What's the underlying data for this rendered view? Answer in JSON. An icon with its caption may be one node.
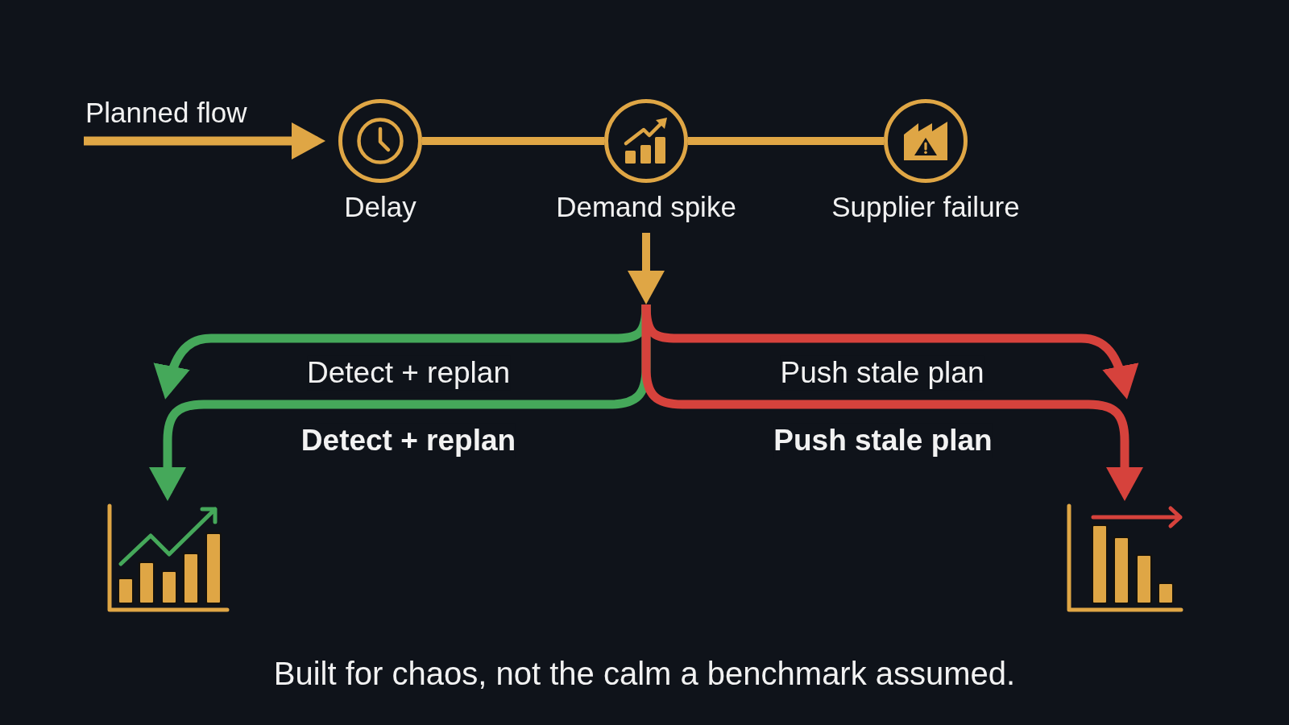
{
  "diagram": {
    "nodes": [
      {
        "text": [
          "Delay"
        ]
      },
      {
        "text": [
          "Demand spike"
        ]
      },
      {
        "text": [
          "Supplier failure"
        ]
      },
      {
        "text": [],
        "shape": "picture"
      },
      {
        "text": [],
        "shape": "picture"
      }
    ],
    "edges": [
      {
        "from": null,
        "to": 0,
        "arrow": "to",
        "label": "Planned flow"
      },
      {
        "from": 0,
        "to": 1,
        "arrow": "none"
      },
      {
        "from": 1,
        "to": 2,
        "arrow": "none"
      },
      {
        "from": 1,
        "to": null,
        "arrow": "to",
        "label": "Detect + replan",
        "color": "#45a85a"
      },
      {
        "from": 1,
        "to": 3,
        "arrow": "to",
        "label": "Detect + replan",
        "color": "#45a85a"
      },
      {
        "from": 1,
        "to": null,
        "arrow": "to",
        "label": "Push stale plan",
        "color": "#d6423c"
      },
      {
        "from": 1,
        "to": 4,
        "arrow": "to",
        "label": "Push stale plan",
        "color": "#d6423c"
      }
    ],
    "caption": "Built for chaos, not the calm a benchmark assumed."
  }
}
